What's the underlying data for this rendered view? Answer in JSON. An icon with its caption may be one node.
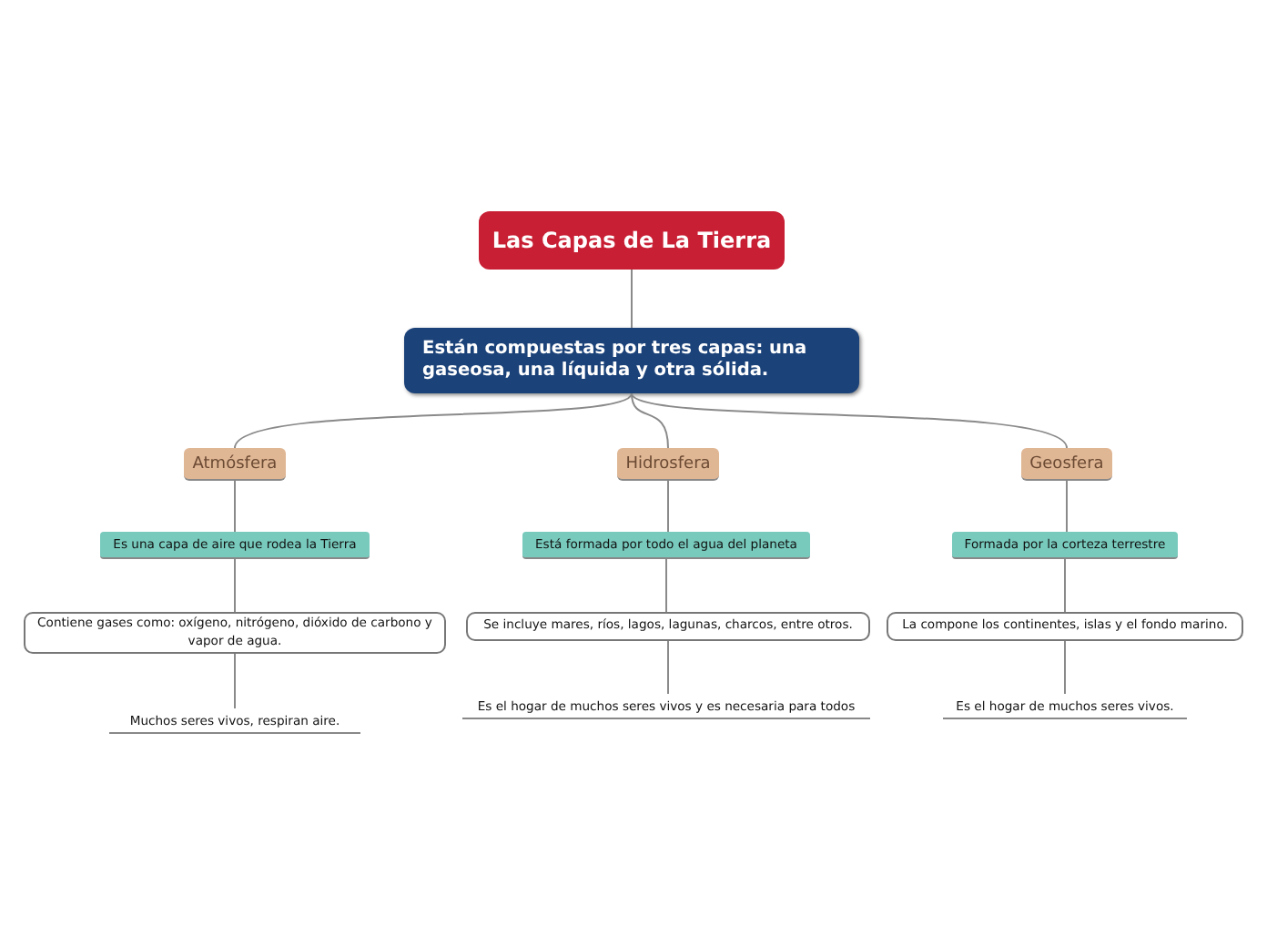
{
  "diagram": {
    "nodes": [
      {
        "text": [
          "Las Capas de La Tierra"
        ]
      },
      {
        "text": [
          "Están compuestas por tres capas: una gaseosa, una líquida y otra sólida."
        ]
      },
      {
        "text": [
          "Atmósfera"
        ]
      },
      {
        "text": [
          "Es una capa de aire que rodea la Tierra"
        ]
      },
      {
        "text": [
          "Contiene gases como: oxígeno, nitrógeno, dióxido de carbono y vapor de agua."
        ]
      },
      {
        "text": [
          "Muchos seres vivos, respiran aire."
        ]
      },
      {
        "text": [
          "Hidrosfera"
        ]
      },
      {
        "text": [
          "Está formada por todo el agua del planeta"
        ]
      },
      {
        "text": [
          "Se incluye mares, ríos, lagos, lagunas, charcos, entre otros."
        ]
      },
      {
        "text": [
          "Es el hogar de muchos seres vivos y es necesaria para todos"
        ]
      },
      {
        "text": [
          "Geosfera"
        ]
      },
      {
        "text": [
          "Formada por la corteza terrestre"
        ]
      },
      {
        "text": [
          "La compone los continentes, islas y el fondo marino."
        ]
      },
      {
        "text": [
          "Es el hogar de muchos seres vivos."
        ]
      }
    ],
    "edges": [
      {
        "from": 0,
        "to": 1,
        "arrow": "none"
      },
      {
        "from": 1,
        "to": 2,
        "arrow": "none"
      },
      {
        "from": 1,
        "to": 6,
        "arrow": "none"
      },
      {
        "from": 1,
        "to": 10,
        "arrow": "none"
      },
      {
        "from": 2,
        "to": 3,
        "arrow": "none"
      },
      {
        "from": 3,
        "to": 4,
        "arrow": "none"
      },
      {
        "from": 4,
        "to": 5,
        "arrow": "none"
      },
      {
        "from": 6,
        "to": 7,
        "arrow": "none"
      },
      {
        "from": 7,
        "to": 8,
        "arrow": "none"
      },
      {
        "from": 8,
        "to": 9,
        "arrow": "none"
      },
      {
        "from": 10,
        "to": 11,
        "arrow": "none"
      },
      {
        "from": 11,
        "to": 12,
        "arrow": "none"
      },
      {
        "from": 12,
        "to": 13,
        "arrow": "none"
      }
    ]
  }
}
